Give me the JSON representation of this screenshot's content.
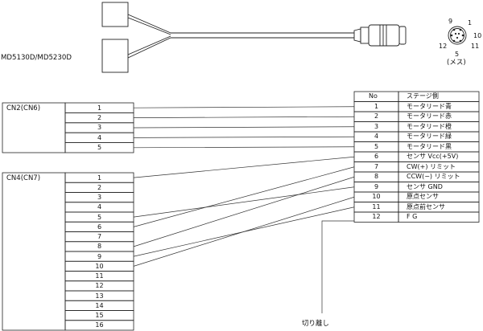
{
  "model_label": "MD5130D/MD5230D",
  "connector": {
    "pin_labels": [
      "9",
      "1",
      "10",
      "11",
      "12",
      "5"
    ],
    "type_note": "(メス)"
  },
  "cn2": {
    "title": "CN2(CN6)",
    "pins": [
      "1",
      "2",
      "3",
      "4",
      "5"
    ]
  },
  "cn4": {
    "title": "CN4(CN7)",
    "pins": [
      "1",
      "2",
      "3",
      "4",
      "5",
      "6",
      "7",
      "8",
      "9",
      "10",
      "11",
      "12",
      "13",
      "14",
      "15",
      "16"
    ]
  },
  "stage_table": {
    "header_no": "No",
    "header_name": "ステージ側",
    "rows": [
      {
        "no": "1",
        "name": "モータリード青"
      },
      {
        "no": "2",
        "name": "モータリード赤"
      },
      {
        "no": "3",
        "name": "モータリード橙"
      },
      {
        "no": "4",
        "name": "モータリード緑"
      },
      {
        "no": "5",
        "name": "モータリード黒"
      },
      {
        "no": "6",
        "name": "センサ Vcc(+5V)"
      },
      {
        "no": "7",
        "name": "CW(+) リミット"
      },
      {
        "no": "8",
        "name": "CCW(−) リミット"
      },
      {
        "no": "9",
        "name": "センサ GND"
      },
      {
        "no": "10",
        "name": "原点センサ"
      },
      {
        "no": "11",
        "name": "原点前センサ"
      },
      {
        "no": "12",
        "name": "F G"
      }
    ]
  },
  "cut_label": "切り離し"
}
